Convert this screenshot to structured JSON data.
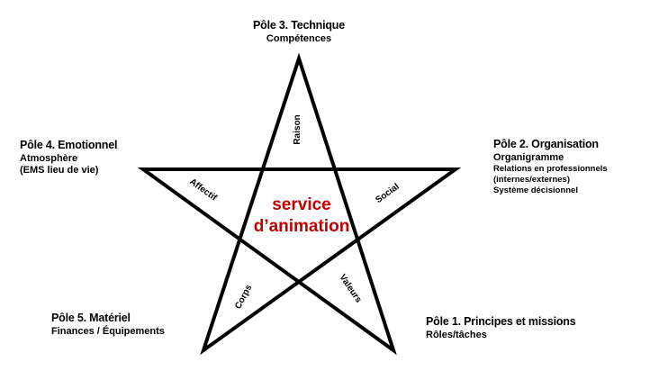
{
  "poles": {
    "technique": {
      "title": "Pôle 3.  Technique",
      "sub": "Compétences"
    },
    "organisation": {
      "title": "Pôle 2. Organisation",
      "sub": "Organigramme",
      "details": [
        "Relations en professionnels",
        "(internes/externes)",
        "Système décisionnel"
      ]
    },
    "emotionnel": {
      "title": "Pôle 4. Emotionnel",
      "lines": [
        "Atmosphère",
        "(EMS  lieu de vie)"
      ]
    },
    "materiel": {
      "title": "Pôle 5. Matériel",
      "sub": "Finances / Équipements"
    },
    "principes": {
      "title": "Pôle 1. Principes et missions",
      "sub": "Rôles/tâches"
    }
  },
  "star": {
    "center_lines": [
      "service",
      "d’animation"
    ],
    "center_color": "#c00000",
    "labels": {
      "raison": "Raison",
      "affectif": "Affectif",
      "social": "Social",
      "corps": "Corps",
      "valeurs": "Valeurs"
    }
  }
}
